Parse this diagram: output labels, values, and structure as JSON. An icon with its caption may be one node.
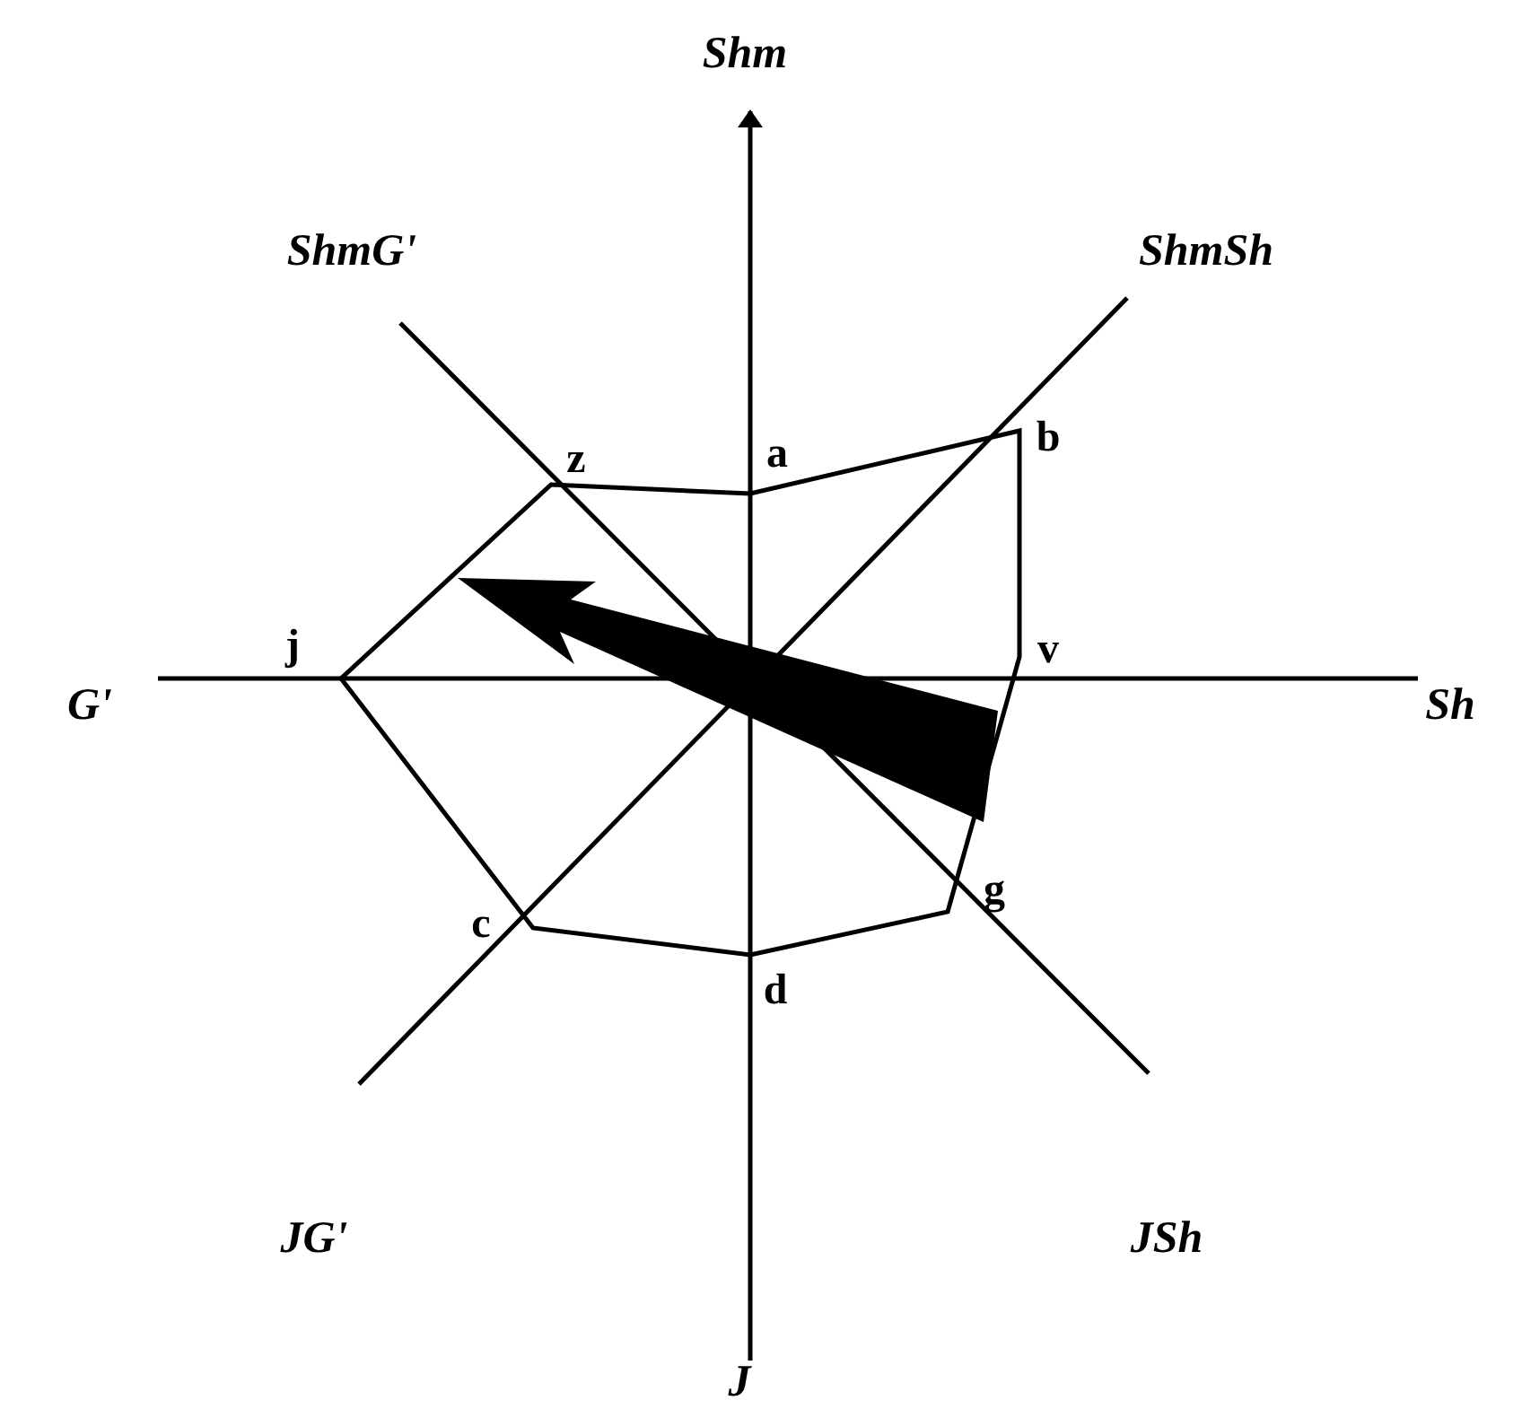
{
  "diagram": {
    "labels": [
      "Shm",
      "ShmG'",
      "ShmSh",
      "z",
      "a",
      "b",
      "j",
      "v",
      "G'",
      "Sh",
      "c",
      "g",
      "d",
      "JG'",
      "JSh",
      "J"
    ]
  }
}
